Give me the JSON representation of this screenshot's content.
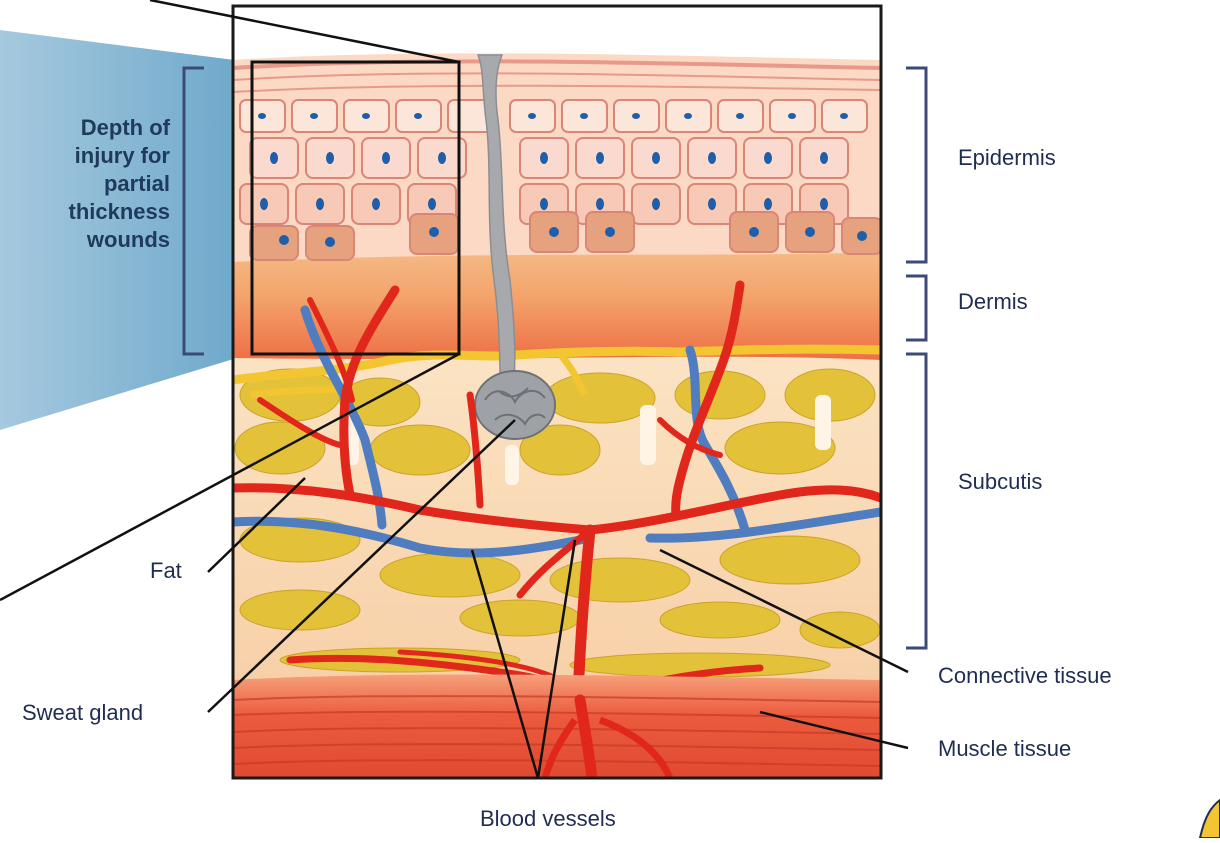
{
  "labels": {
    "injury_depth": "Depth of\ninjury for\npartial\nthickness\nwounds",
    "epidermis": "Epidermis",
    "dermis": "Dermis",
    "subcutis": "Subcutis",
    "fat": "Fat",
    "sweat_gland": "Sweat gland",
    "connective_tissue": "Connective tissue",
    "muscle_tissue": "Muscle tissue",
    "blood_vessels": "Blood vessels"
  },
  "colors": {
    "label_text": "#1f2d52",
    "bracket": "#3d4a78",
    "injury_shade": "#5c9dc4",
    "artery": "#e1261c",
    "vein": "#4f7dbf",
    "fat": "#e3c23a",
    "nerve": "#f2c531",
    "cell_nucleus": "#1f5ea8",
    "hair_shaft": "#a7a9ac",
    "muscle": "#e8543a"
  }
}
